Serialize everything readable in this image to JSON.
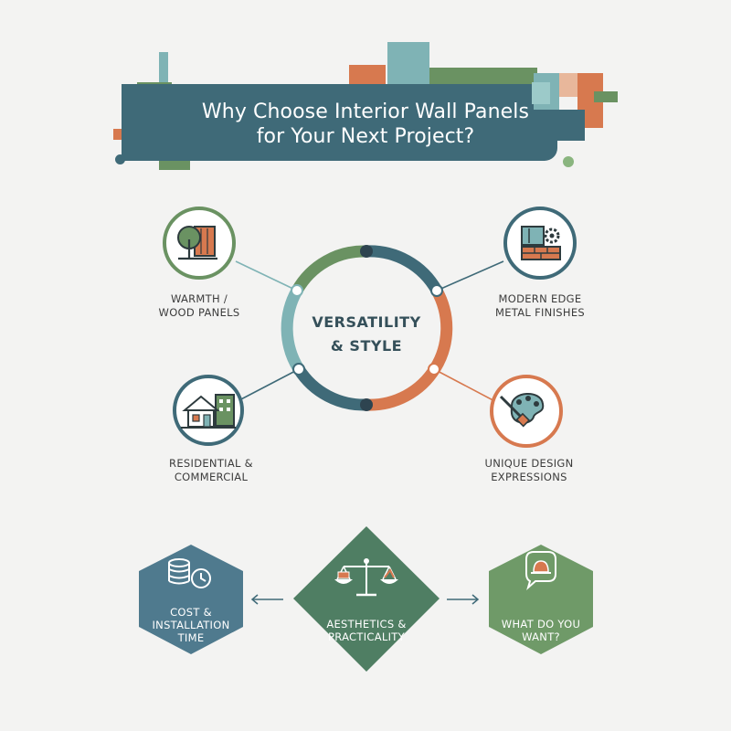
{
  "title": {
    "line1": "Why Choose Interior Wall Panels",
    "line2": "for Your Next Project?"
  },
  "colors": {
    "teal_dark": "#3f6a78",
    "green": "#6a9262",
    "orange": "#d7794f",
    "teal_light": "#7fb3b5",
    "forest": "#4f7e63",
    "background": "#f3f3f2"
  },
  "center": {
    "line1": "VERSATILITY",
    "line2": "& STYLE"
  },
  "nodes": [
    {
      "id": "warmth",
      "icon": "tree-wood-panel-icon",
      "line1": "WARMTH /",
      "line2": "WOOD PANELS"
    },
    {
      "id": "modern",
      "icon": "metal-panel-gear-icon",
      "line1": "MODERN EDGE",
      "line2": "METAL FINISHES"
    },
    {
      "id": "residential",
      "icon": "house-building-icon",
      "line1": "RESIDENTIAL &",
      "line2": "COMMERCIAL"
    },
    {
      "id": "unique",
      "icon": "palette-brush-icon",
      "line1": "UNIQUE DESIGN",
      "line2": "EXPRESSIONS"
    }
  ],
  "bottom": [
    {
      "id": "cost",
      "icon": "coins-clock-icon",
      "line1": "COST &",
      "line2": "INSTALLATION",
      "line3": "TIME"
    },
    {
      "id": "aesthetics",
      "icon": "balance-scale-icon",
      "line1": "AESTHETICS &",
      "line2": "PRACTICALITY"
    },
    {
      "id": "want",
      "icon": "speech-bubble-hardhat-icon",
      "line1": "WHAT DO YOU",
      "line2": "WANT?"
    }
  ]
}
